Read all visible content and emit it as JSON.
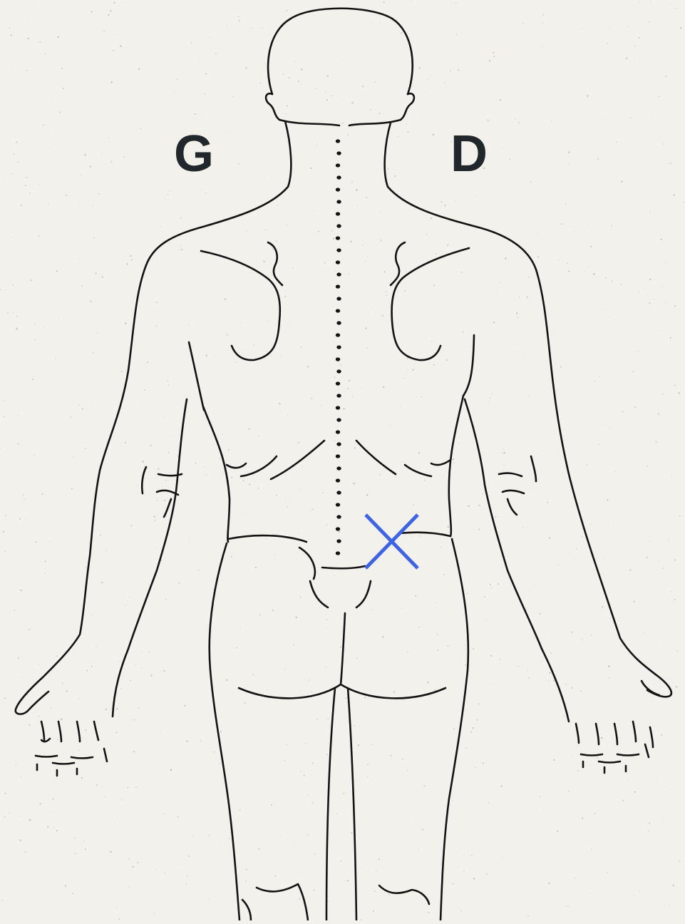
{
  "labels": {
    "left_side": "G",
    "right_side": "D"
  },
  "marker": {
    "symbol": "cross",
    "color": "#3d63e6"
  },
  "figure": {
    "view": "back"
  }
}
